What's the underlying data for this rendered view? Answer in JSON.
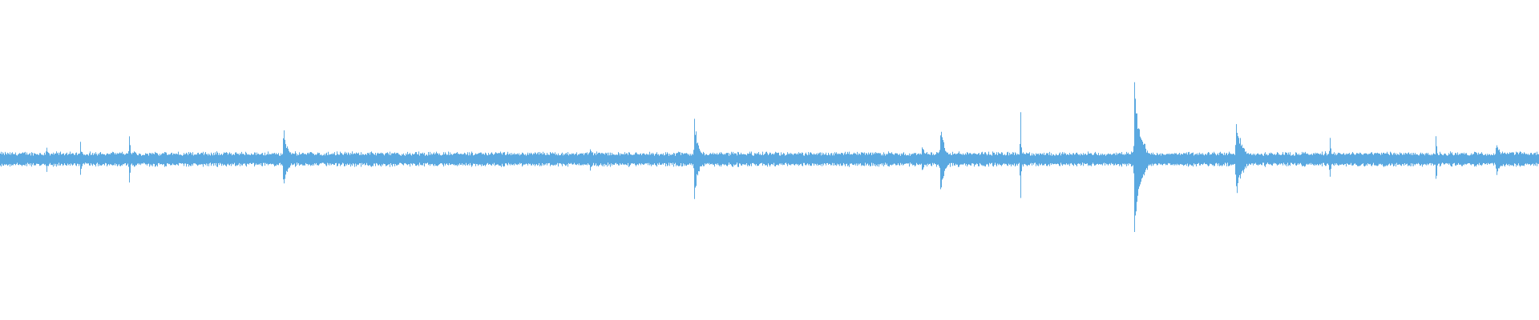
{
  "waveform": {
    "color": "#5aa8e0",
    "background": "#ffffff",
    "baseline_amplitude": 0.05,
    "transients": [
      {
        "t": 0.03,
        "amp": 0.15,
        "decay": 0.0008
      },
      {
        "t": 0.052,
        "amp": 0.13,
        "decay": 0.0015
      },
      {
        "t": 0.084,
        "amp": 0.3,
        "decay": 0.0004
      },
      {
        "t": 0.184,
        "amp": 0.22,
        "decay": 0.003
      },
      {
        "t": 0.383,
        "amp": 0.1,
        "decay": 0.002
      },
      {
        "t": 0.451,
        "amp": 0.32,
        "decay": 0.0025
      },
      {
        "t": 0.599,
        "amp": 0.12,
        "decay": 0.002
      },
      {
        "t": 0.611,
        "amp": 0.3,
        "decay": 0.0025
      },
      {
        "t": 0.663,
        "amp": 0.38,
        "decay": 0.0004
      },
      {
        "t": 0.737,
        "amp": 0.55,
        "decay": 0.004
      },
      {
        "t": 0.803,
        "amp": 0.3,
        "decay": 0.004
      },
      {
        "t": 0.864,
        "amp": 0.22,
        "decay": 0.0006
      },
      {
        "t": 0.933,
        "amp": 0.28,
        "decay": 0.0004
      },
      {
        "t": 0.972,
        "amp": 0.15,
        "decay": 0.0025
      }
    ]
  }
}
